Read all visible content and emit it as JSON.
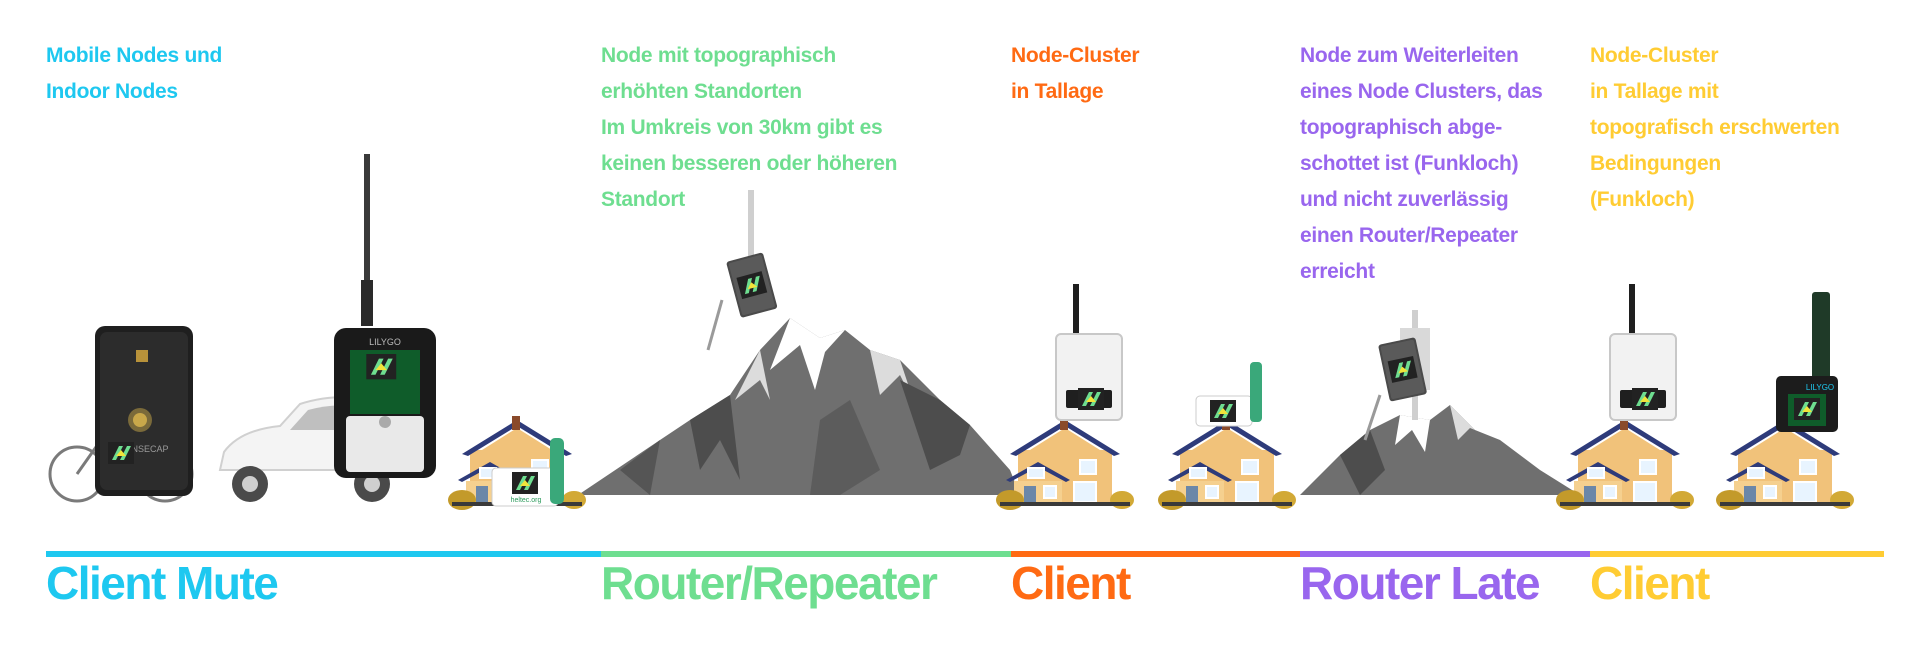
{
  "colors": {
    "client_mute": "#1ec8f0",
    "router_repeater": "#6ede90",
    "client": "#ff6a13",
    "router_late": "#9966ee",
    "client_yellow": "#ffcc33",
    "mountain": "#6f6f6f",
    "house_wall": "#f1c27a",
    "roof": "#2e3b7a"
  },
  "sections": [
    {
      "id": "client-mute",
      "role": "Client Mute",
      "lines": [
        "Mobile Nodes und",
        "Indoor Nodes"
      ]
    },
    {
      "id": "router-repeater",
      "role": "Router/Repeater",
      "lines": [
        "Node mit topographisch",
        "erhöhten Standorten",
        "Im Umkreis von 30km gibt es",
        "keinen besseren oder höheren",
        "Standort"
      ]
    },
    {
      "id": "client-orange",
      "role": "Client",
      "lines": [
        "Node-Cluster",
        "in Tallage"
      ]
    },
    {
      "id": "router-late",
      "role": "Router Late",
      "lines": [
        "Node zum Weiterleiten",
        "eines Node Clusters, das",
        "topographisch abge-",
        "schottet ist (Funkloch)",
        "und nicht zuverlässig",
        "einen Router/Repeater",
        "erreicht"
      ]
    },
    {
      "id": "client-yellow",
      "role": "Client",
      "lines": [
        "Node-Cluster",
        "in Tallage mit",
        "topografisch erschwerten",
        "Bedingungen",
        "(Funkloch)"
      ]
    }
  ],
  "devices": {
    "sensecap_label": "SENSECAP",
    "lilygo_label": "LILYGO",
    "lilygo_label_upper": "LILYGO",
    "heltec_label": "heltec.org"
  },
  "icons": [
    "bicycle-icon",
    "car-icon",
    "house-icon",
    "mountain-icon",
    "antenna-icon",
    "node-logo-icon"
  ]
}
